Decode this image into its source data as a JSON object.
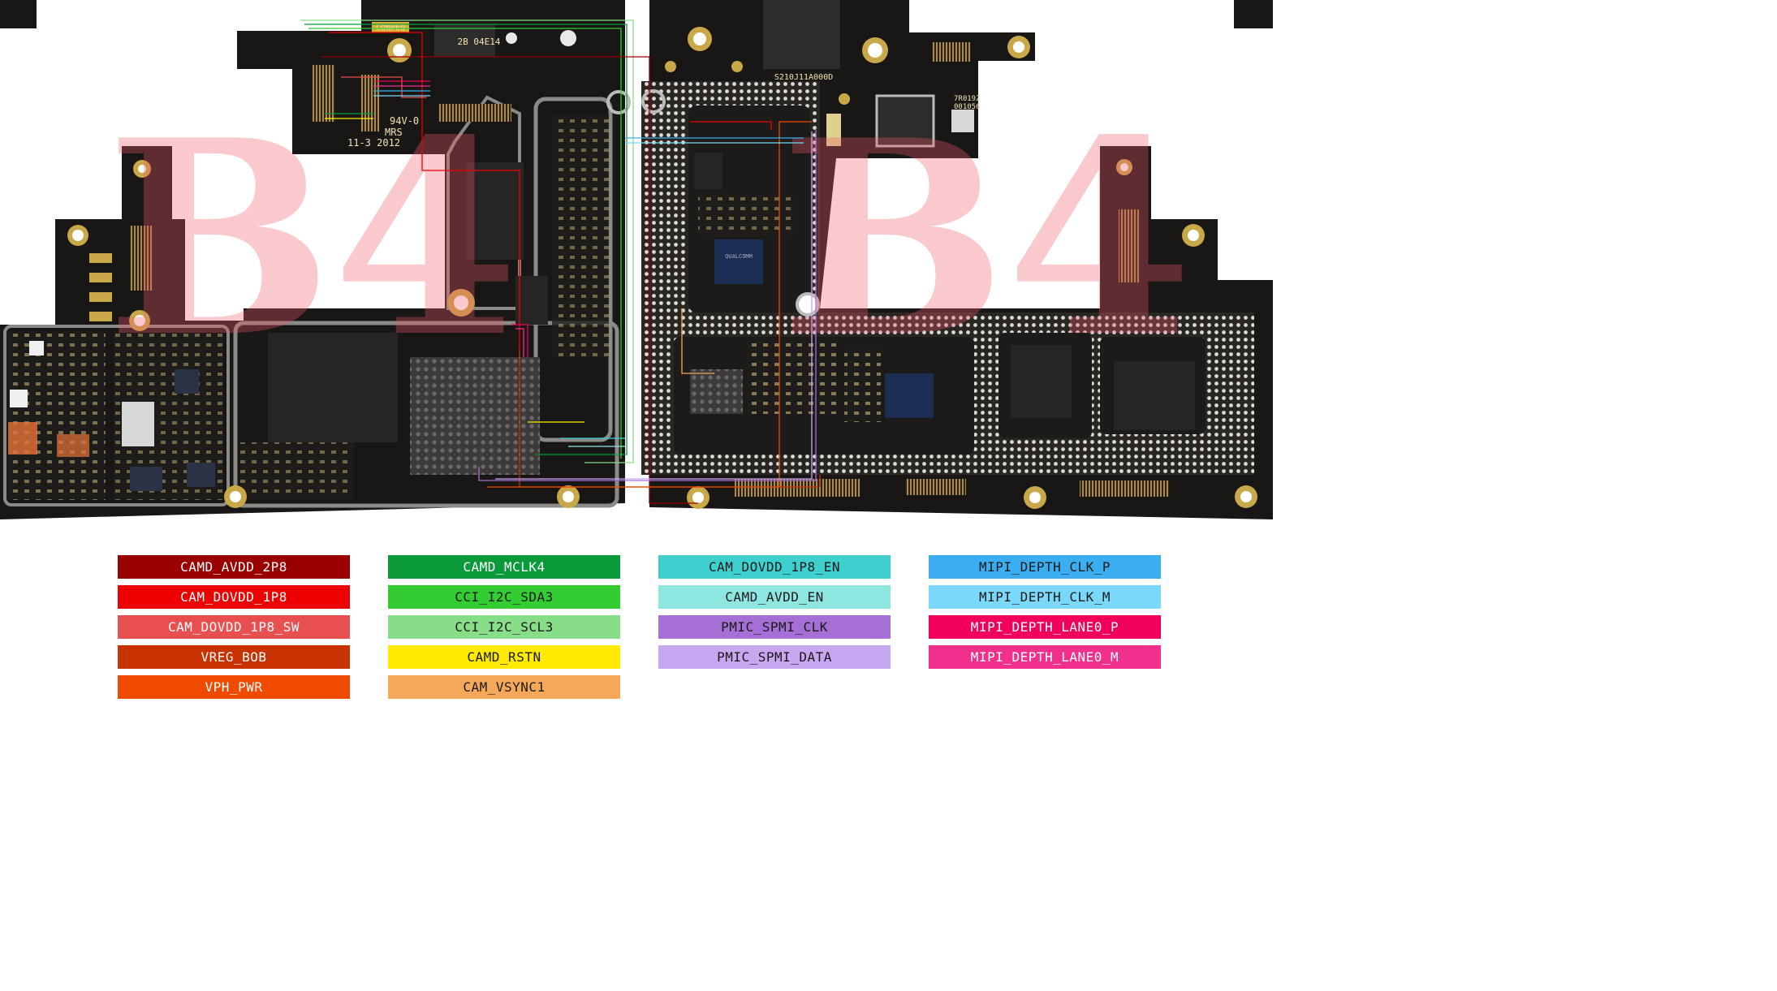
{
  "board": {
    "left_board": {
      "flex_label": "CONPEQ",
      "connector_code": "2B 04E14",
      "ul_mark_1": "94V-0",
      "ul_mark_2": "MRS",
      "date_code": "11-3 2012"
    },
    "right_board": {
      "part_code": "S210J11A000D",
      "module_code_1": "7R019Z",
      "module_code_2": "001056"
    },
    "watermark_text": "B4"
  },
  "legend": {
    "columns": [
      [
        {
          "label": "CAMD_AVDD_2P8",
          "color": "#9a0000",
          "text_color": "#ffffff"
        },
        {
          "label": "CAM_DOVDD_1P8",
          "color": "#ee0000",
          "text_color": "#ffffff"
        },
        {
          "label": "CAM_DOVDD_1P8_SW",
          "color": "#e85050",
          "text_color": "#ffffff"
        },
        {
          "label": "VREG_BOB",
          "color": "#c83200",
          "text_color": "#ffffff"
        },
        {
          "label": "VPH_PWR",
          "color": "#f04a00",
          "text_color": "#ffffff"
        }
      ],
      [
        {
          "label": "CAMD_MCLK4",
          "color": "#0a9a3a",
          "text_color": "#ffffff"
        },
        {
          "label": "CCI_I2C_SDA3",
          "color": "#33cc33",
          "text_color": "#1a1a1a"
        },
        {
          "label": "CCI_I2C_SCL3",
          "color": "#88dd88",
          "text_color": "#1a1a1a"
        },
        {
          "label": "CAMD_RSTN",
          "color": "#ffea00",
          "text_color": "#1a1a1a"
        },
        {
          "label": "CAM_VSYNC1",
          "color": "#f6a85a",
          "text_color": "#1a1a1a"
        }
      ],
      [
        {
          "label": "CAM_DOVDD_1P8_EN",
          "color": "#3ecfcf",
          "text_color": "#1a1a1a"
        },
        {
          "label": "CAMD_AVDD_EN",
          "color": "#8ee6e0",
          "text_color": "#1a1a1a"
        },
        {
          "label": "PMIC_SPMI_CLK",
          "color": "#a66fd6",
          "text_color": "#1a1a1a"
        },
        {
          "label": "PMIC_SPMI_DATA",
          "color": "#c9a6f0",
          "text_color": "#1a1a1a"
        }
      ],
      [
        {
          "label": "MIPI_DEPTH_CLK_P",
          "color": "#3aaef0",
          "text_color": "#1a1a1a"
        },
        {
          "label": "MIPI_DEPTH_CLK_M",
          "color": "#7ad8fa",
          "text_color": "#1a1a1a"
        },
        {
          "label": "MIPI_DEPTH_LANE0_P",
          "color": "#f0005a",
          "text_color": "#ffffff"
        },
        {
          "label": "MIPI_DEPTH_LANE0_M",
          "color": "#f0308a",
          "text_color": "#ffffff"
        }
      ]
    ]
  }
}
